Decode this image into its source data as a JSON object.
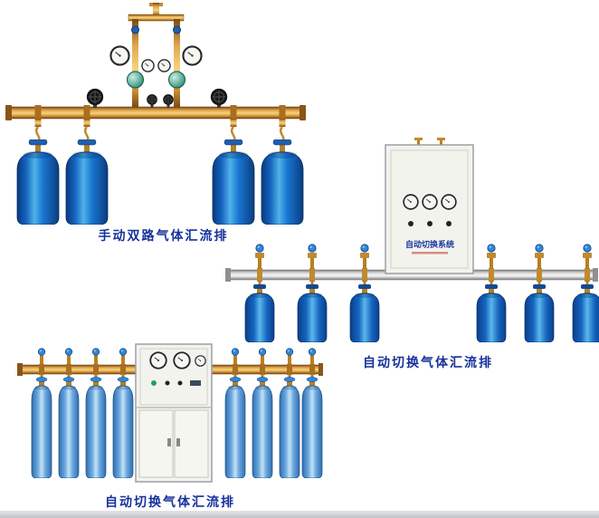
{
  "page": {
    "background_color": "#ffffff",
    "caption_color": "#16329b"
  },
  "products": [
    {
      "type": "manual-dual-manifold",
      "caption": "手动双路气体汇流排",
      "cylinder_count": 4
    },
    {
      "type": "auto-switch-manifold",
      "caption": "自动切换气体汇流排",
      "cylinder_count": 6,
      "cabinet_label": "自动切换系统"
    },
    {
      "type": "auto-switch-manifold",
      "caption": "自动切换气体汇流排",
      "cylinder_count": 8
    }
  ],
  "icons": {
    "pressure-gauge": "round white dial gauge with needle",
    "valve-handwheel": "black round valve handwheel",
    "blue-valve-cap": "blue ball-valve cap on cylinder connection"
  },
  "colors": {
    "caption_text": "#16329b",
    "cylinder_blue_dark": "#0a3d7e",
    "cylinder_blue_light": "#4fb3e8",
    "cylinder_blue_pale": "#c2e3f8",
    "brass_pipe": "#d69a3a",
    "steel_pipe": "#d9d9d9",
    "cabinet_body": "#f3f3ee"
  }
}
